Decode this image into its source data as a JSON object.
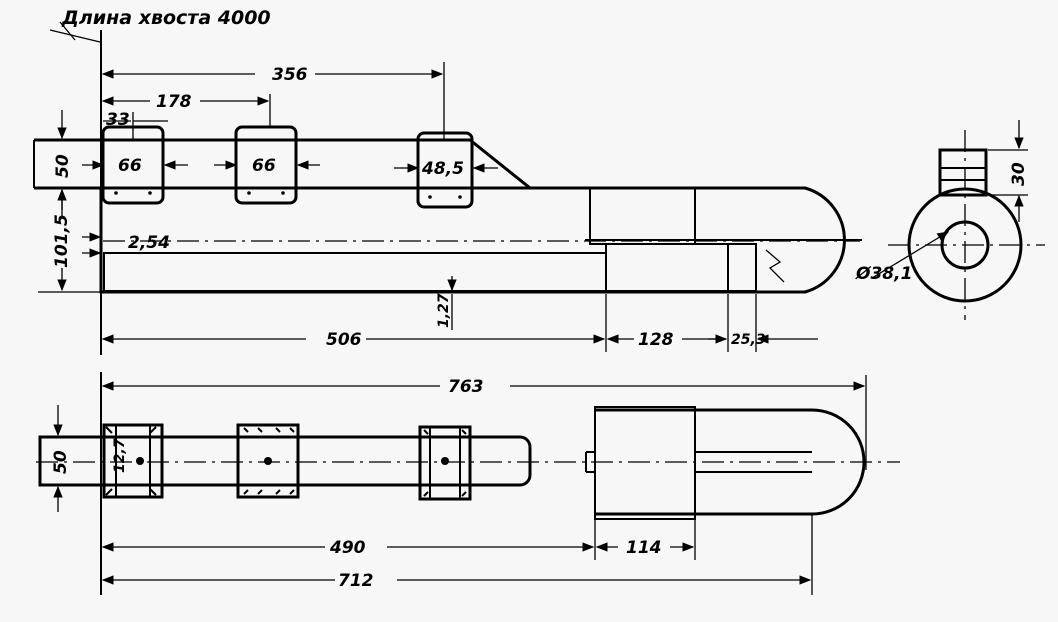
{
  "title": "Длина хвоста 4000",
  "colors": {
    "ink": "#000000",
    "paper": "#f7f7f7"
  },
  "top_view": {
    "dims": {
      "d356": "356",
      "d178": "178",
      "d33": "33",
      "d50": "50",
      "d66a": "66",
      "d66b": "66",
      "d48_5": "48,5",
      "d101_5": "101,5",
      "d2_54": "2,54",
      "d1_27": "1,27",
      "d506": "506",
      "d128": "128",
      "d25_3": "25,3",
      "d30": "30",
      "d38_1": "Ø38,1"
    }
  },
  "bottom_view": {
    "dims": {
      "d763": "763",
      "d50": "50",
      "d12_7": "12,7",
      "d490": "490",
      "d114": "114",
      "d712": "712"
    }
  }
}
